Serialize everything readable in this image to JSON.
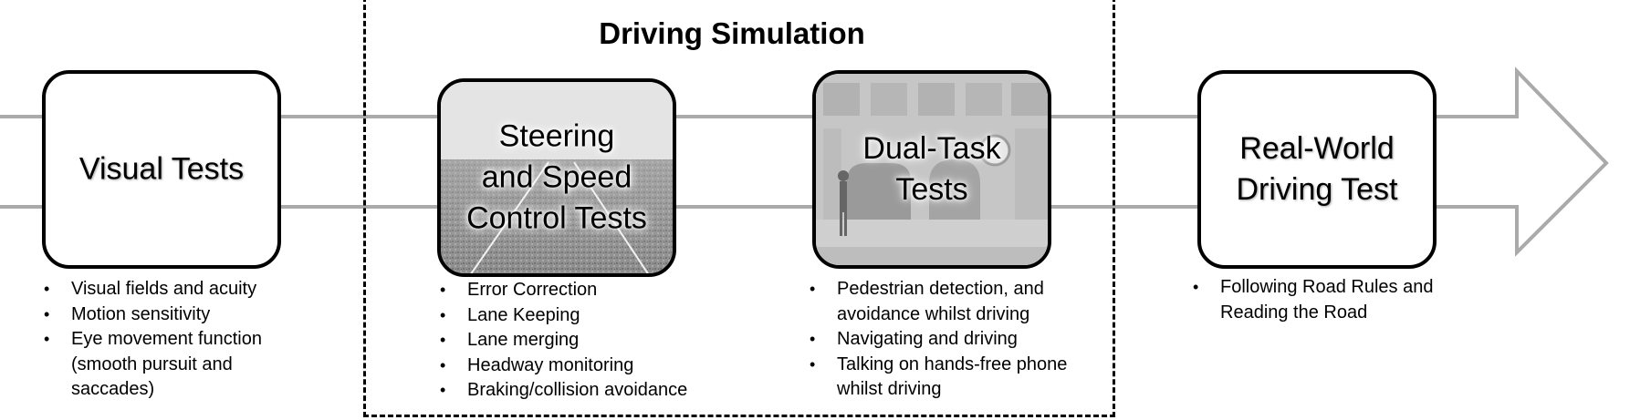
{
  "colors": {
    "arrow": "#aaaaaa",
    "frame": "#000000"
  },
  "simulation_group": {
    "title": "Driving Simulation"
  },
  "stages": [
    {
      "title": "Visual Tests",
      "bullets": [
        "Visual fields and acuity",
        "Motion sensitivity",
        "Eye movement function\n(smooth pursuit and\nsaccades)"
      ]
    },
    {
      "title": "Steering\nand Speed\nControl Tests",
      "background": "road-image",
      "bullets": [
        "Error Correction",
        "Lane Keeping",
        "Lane merging",
        "Headway monitoring",
        "Braking/collision avoidance"
      ]
    },
    {
      "title": "Dual-Task\nTests",
      "background": "street-image",
      "bullets": [
        "Pedestrian detection, and\navoidance whilst driving",
        "Navigating and driving",
        "Talking on hands-free phone\nwhilst driving"
      ]
    },
    {
      "title": "Real-World\nDriving Test",
      "bullets": [
        "Following Road Rules and\nReading the Road"
      ]
    }
  ]
}
